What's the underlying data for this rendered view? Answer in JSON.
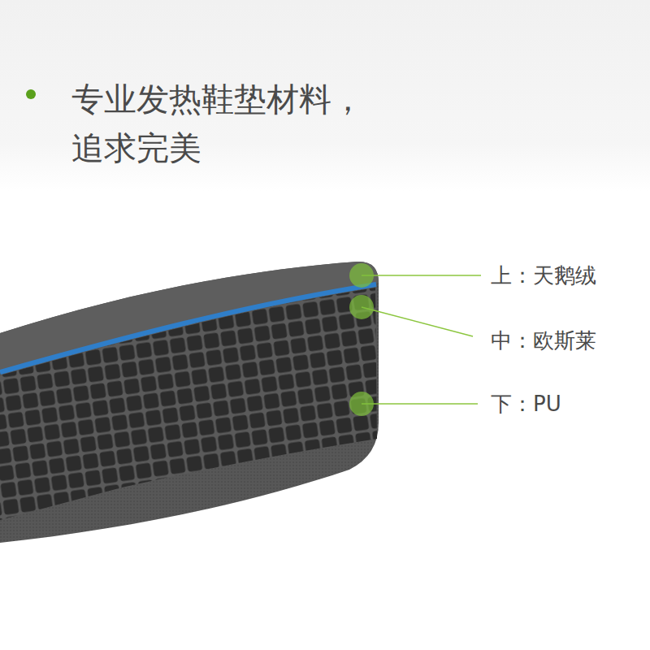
{
  "diagram": {
    "title": "专业发热鞋垫材料， 追求完美",
    "labels": [
      "上：天鹅绒",
      "中：欧斯莱",
      "下：PU"
    ]
  }
}
